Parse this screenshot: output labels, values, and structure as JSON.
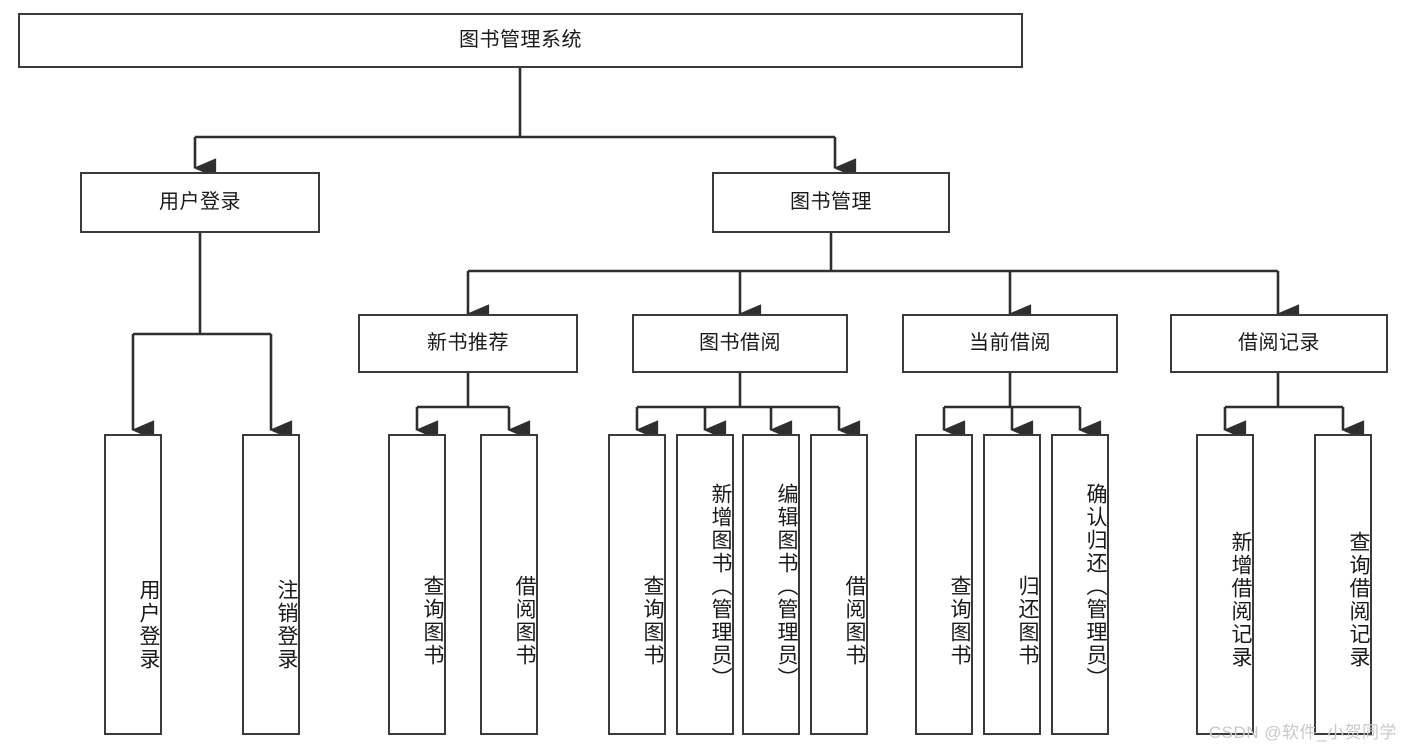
{
  "diagram": {
    "title": "图书管理系统",
    "type": "tree",
    "watermark": "CSDN @软件_小贺同学",
    "colors": {
      "box_border": "#3a3a3a",
      "box_fill": "#ffffff",
      "edge": "#2f2f2f",
      "text": "#1a1a1a",
      "watermark": "#c9c9c9",
      "background": "#ffffff"
    },
    "levels": {
      "root": "图书管理系统",
      "level2": [
        "用户登录",
        "图书管理"
      ],
      "level3": [
        "新书推荐",
        "图书借阅",
        "当前借阅",
        "借阅记录"
      ]
    },
    "nodes": {
      "root": {
        "label": "图书管理系统",
        "orientation": "horizontal"
      },
      "user_login": {
        "label": "用户登录",
        "orientation": "horizontal"
      },
      "book_manage": {
        "label": "图书管理",
        "orientation": "horizontal"
      },
      "new_book_rec": {
        "label": "新书推荐",
        "orientation": "horizontal"
      },
      "book_borrow": {
        "label": "图书借阅",
        "orientation": "horizontal"
      },
      "current_borrow": {
        "label": "当前借阅",
        "orientation": "horizontal"
      },
      "borrow_record": {
        "label": "借阅记录",
        "orientation": "horizontal"
      },
      "leaf_user_login": {
        "label": "用户登录",
        "orientation": "vertical"
      },
      "leaf_logout": {
        "label": "注销登录",
        "orientation": "vertical"
      },
      "leaf_query_book_1": {
        "label": "查询图书",
        "orientation": "vertical"
      },
      "leaf_borrow_book_1": {
        "label": "借阅图书",
        "orientation": "vertical"
      },
      "leaf_query_book_2": {
        "label": "查询图书",
        "orientation": "vertical"
      },
      "leaf_add_book": {
        "label": "新增图书（管理员）",
        "orientation": "vertical"
      },
      "leaf_edit_book": {
        "label": "编辑图书（管理员）",
        "orientation": "vertical"
      },
      "leaf_borrow_book_2": {
        "label": "借阅图书",
        "orientation": "vertical"
      },
      "leaf_query_book_3": {
        "label": "查询图书",
        "orientation": "vertical"
      },
      "leaf_return_book": {
        "label": "归还图书",
        "orientation": "vertical"
      },
      "leaf_confirm_return": {
        "label": "确认归还（管理员）",
        "orientation": "vertical"
      },
      "leaf_add_record": {
        "label": "新增借阅记录",
        "orientation": "vertical"
      },
      "leaf_query_record": {
        "label": "查询借阅记录",
        "orientation": "vertical"
      }
    },
    "edges": [
      {
        "from": "图书管理系统",
        "to": "用户登录"
      },
      {
        "from": "图书管理系统",
        "to": "图书管理"
      },
      {
        "from": "用户登录",
        "to": "用户登录"
      },
      {
        "from": "用户登录",
        "to": "注销登录"
      },
      {
        "from": "图书管理",
        "to": "新书推荐"
      },
      {
        "from": "图书管理",
        "to": "图书借阅"
      },
      {
        "from": "图书管理",
        "to": "当前借阅"
      },
      {
        "from": "图书管理",
        "to": "借阅记录"
      },
      {
        "from": "新书推荐",
        "to": "查询图书"
      },
      {
        "from": "新书推荐",
        "to": "借阅图书"
      },
      {
        "from": "图书借阅",
        "to": "查询图书"
      },
      {
        "from": "图书借阅",
        "to": "新增图书（管理员）"
      },
      {
        "from": "图书借阅",
        "to": "编辑图书（管理员）"
      },
      {
        "from": "图书借阅",
        "to": "借阅图书"
      },
      {
        "from": "当前借阅",
        "to": "查询图书"
      },
      {
        "from": "当前借阅",
        "to": "归还图书"
      },
      {
        "from": "当前借阅",
        "to": "确认归还（管理员）"
      },
      {
        "from": "借阅记录",
        "to": "新增借阅记录"
      },
      {
        "from": "借阅记录",
        "to": "查询借阅记录"
      }
    ]
  }
}
